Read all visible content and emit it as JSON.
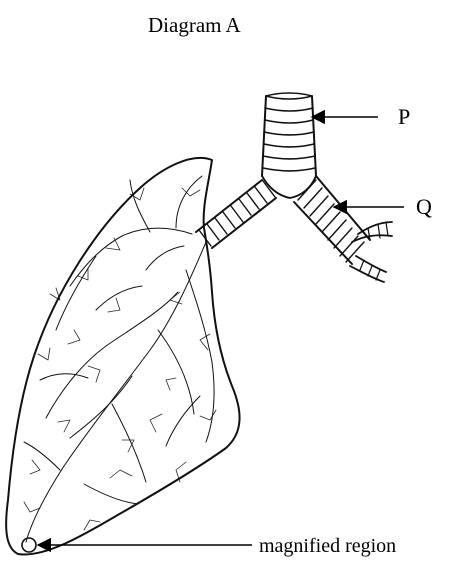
{
  "diagram": {
    "title": "Diagram A",
    "labels": {
      "p": "P",
      "q": "Q",
      "magnified_region": "magnified region"
    }
  }
}
